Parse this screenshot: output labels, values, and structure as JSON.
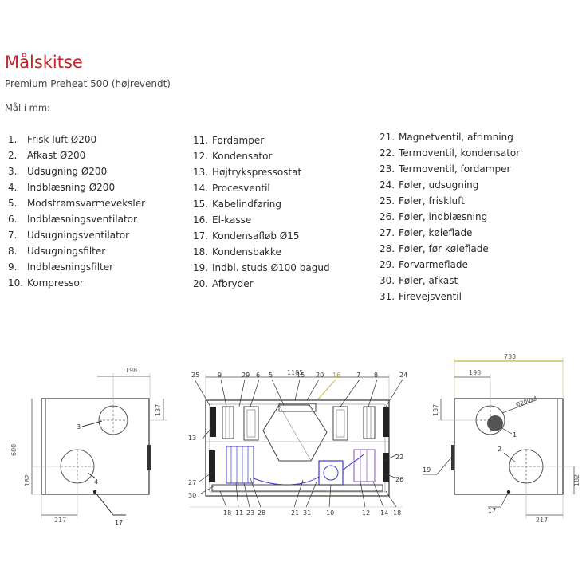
{
  "header": {
    "title": "Målskitse",
    "subtitle": "Premium Preheat 500 (højrevendt)",
    "units": "Mål i mm:",
    "title_color": "#c0272d"
  },
  "legend": [
    [
      {
        "num": "1.",
        "text": "Frisk luft Ø200"
      },
      {
        "num": "2.",
        "text": "Afkast Ø200"
      },
      {
        "num": "3.",
        "text": "Udsugning Ø200"
      },
      {
        "num": "4.",
        "text": "Indblæsning Ø200"
      },
      {
        "num": "5.",
        "text": "Modstrømsvarmeveksler"
      },
      {
        "num": "6.",
        "text": "Indblæsningsventilator"
      },
      {
        "num": "7.",
        "text": "Udsugningsventilator"
      },
      {
        "num": "8.",
        "text": "Udsugningsfilter"
      },
      {
        "num": "9.",
        "text": "Indblæsningsfilter"
      },
      {
        "num": "10.",
        "text": "Kompressor"
      }
    ],
    [
      {
        "num": "11.",
        "text": "Fordamper"
      },
      {
        "num": "12.",
        "text": "Kondensator"
      },
      {
        "num": "13.",
        "text": "Højtrykspressostat"
      },
      {
        "num": "14.",
        "text": "Procesventil"
      },
      {
        "num": "15.",
        "text": "Kabelindføring"
      },
      {
        "num": "16.",
        "text": "El-kasse"
      },
      {
        "num": "17.",
        "text": "Kondensafløb Ø15"
      },
      {
        "num": "18.",
        "text": "Kondensbakke"
      },
      {
        "num": "19.",
        "text": "Indbl. studs Ø100 bagud"
      },
      {
        "num": "20.",
        "text": "Afbryder"
      }
    ],
    [
      {
        "num": "21.",
        "text": "Magnetventil, afrimning"
      },
      {
        "num": "22.",
        "text": "Termoventil, kondensator"
      },
      {
        "num": "23.",
        "text": "Termoventil, fordamper"
      },
      {
        "num": "24.",
        "text": "Føler, udsugning"
      },
      {
        "num": "25.",
        "text": "Føler, friskluft"
      },
      {
        "num": "26.",
        "text": "Føler, indblæsning"
      },
      {
        "num": "27.",
        "text": "Føler, køleflade"
      },
      {
        "num": "28.",
        "text": "Føler, før køleflade"
      },
      {
        "num": "29.",
        "text": "Forvarmeflade"
      },
      {
        "num": "30.",
        "text": "Føler, afkast"
      },
      {
        "num": "31.",
        "text": "Firevejsventil"
      }
    ]
  ],
  "left_view": {
    "dim_198": "198",
    "dim_137": "137",
    "dim_600": "600",
    "dim_182": "182",
    "dim_217": "217",
    "callout_3": "3",
    "callout_4": "4",
    "callout_17": "17"
  },
  "center_view": {
    "dim_1185": "1185",
    "top_callouts": [
      {
        "label": "25",
        "color": "#333333"
      },
      {
        "label": "9",
        "color": "#333333"
      },
      {
        "label": "29",
        "color": "#333333"
      },
      {
        "label": "6",
        "color": "#333333"
      },
      {
        "label": "5",
        "color": "#333333"
      },
      {
        "label": "15",
        "color": "#333333"
      },
      {
        "label": "20",
        "color": "#333333"
      },
      {
        "label": "16",
        "color": "#b8a000"
      },
      {
        "label": "7",
        "color": "#333333"
      },
      {
        "label": "8",
        "color": "#333333"
      },
      {
        "label": "24",
        "color": "#333333"
      }
    ],
    "bottom_callouts": [
      "18",
      "11",
      "23",
      "28",
      "21",
      "31",
      "10",
      "12",
      "14",
      "18"
    ],
    "side_callouts": {
      "c13": "13",
      "c27": "27",
      "c30": "30",
      "c22": "22",
      "c26": "26"
    }
  },
  "right_view": {
    "dim_733": "733",
    "dim_198": "198",
    "dim_137": "137",
    "dim_182": "182",
    "dim_217": "217",
    "grille_label": "Ø200x4",
    "callout_1": "1",
    "callout_2": "2",
    "callout_17": "17",
    "callout_19": "19"
  },
  "colors": {
    "line": "#555555",
    "dim": "#777777",
    "accent_dim": "#b8a000",
    "blue": "#3b3bd0",
    "purple": "#8a4fc0"
  }
}
